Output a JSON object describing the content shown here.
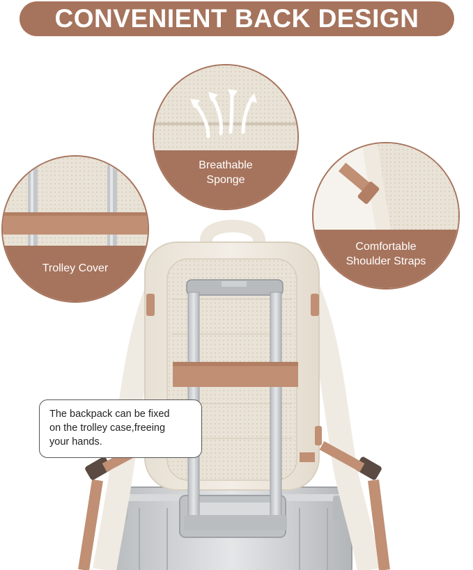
{
  "banner": {
    "title": "CONVENIENT BACK DESIGN"
  },
  "callouts": [
    {
      "id": "trolley",
      "label": "Trolley Cover"
    },
    {
      "id": "sponge",
      "label_lines": [
        "Breathable",
        "Sponge"
      ]
    },
    {
      "id": "straps",
      "label_lines": [
        "Comfortable",
        "Shoulder Straps"
      ]
    }
  ],
  "note": {
    "lines": [
      "The backpack can be fixed",
      "on the trolley case,freeing",
      "your hands."
    ]
  },
  "colors": {
    "accent": "#a6735c",
    "strap": "#c08f74",
    "backpack": "#efe9df",
    "mesh": "#e6dfd2",
    "aluminum": "#c9ccce"
  }
}
